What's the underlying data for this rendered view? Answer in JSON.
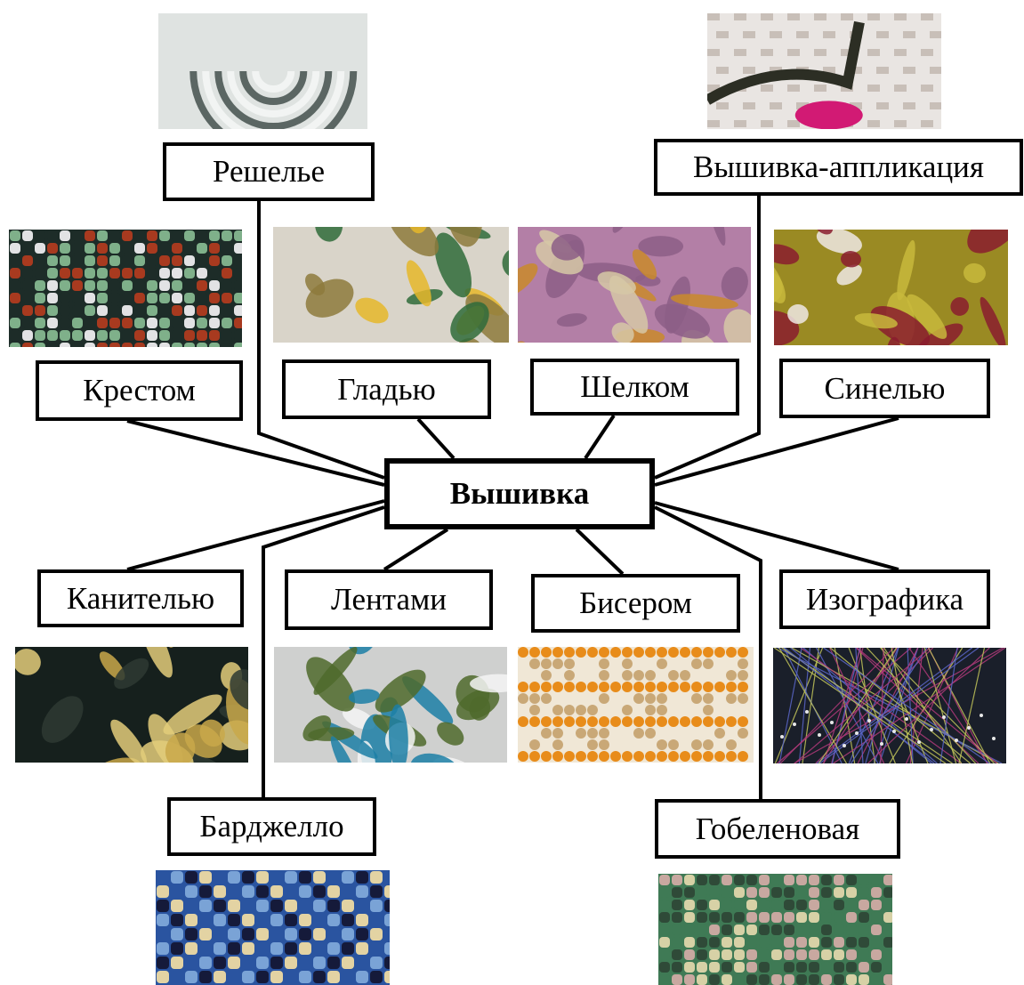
{
  "center": {
    "label": "Вышивка"
  },
  "nodes": [
    {
      "id": "reshelye",
      "label": "Решелье",
      "colors": [
        "#dfe3e1",
        "#c9d0ce",
        "#5b6663",
        "#f2f4f3"
      ],
      "pattern": "cutwork"
    },
    {
      "id": "applique",
      "label": "Вышивка-аппликация",
      "colors": [
        "#e9e5e2",
        "#c8bfb8",
        "#2c2e24",
        "#d21a74"
      ],
      "pattern": "applique"
    },
    {
      "id": "krestom",
      "label": "Крестом",
      "colors": [
        "#1d2c28",
        "#7fb08a",
        "#e2e2e4",
        "#a83a1f"
      ],
      "pattern": "cross"
    },
    {
      "id": "gladyu",
      "label": "Гладью",
      "colors": [
        "#d9d4c9",
        "#2f6b3a",
        "#e5b72a",
        "#8d7a3c"
      ],
      "pattern": "satin"
    },
    {
      "id": "shelkom",
      "label": "Шелком",
      "colors": [
        "#b37fa6",
        "#8c5e86",
        "#d6c8a6",
        "#c98a2a"
      ],
      "pattern": "silk"
    },
    {
      "id": "sinelyu",
      "label": "Синелью",
      "colors": [
        "#9a8a23",
        "#c8b83c",
        "#8a1c2e",
        "#efe8e4"
      ],
      "pattern": "chenille"
    },
    {
      "id": "kanitelyu",
      "label": "Канителью",
      "colors": [
        "#16201d",
        "#c9a84a",
        "#e3cd7a",
        "#2e3a33"
      ],
      "pattern": "goldwork"
    },
    {
      "id": "lentami",
      "label": "Лентами",
      "colors": [
        "#cfd0cf",
        "#f5f5f5",
        "#1c7fa6",
        "#4f6a2b"
      ],
      "pattern": "ribbon"
    },
    {
      "id": "biserom",
      "label": "Бисером",
      "colors": [
        "#f0e7d6",
        "#e88c1a",
        "#c9a877",
        "#6f5a46"
      ],
      "pattern": "beads"
    },
    {
      "id": "izografika",
      "label": "Изографика",
      "colors": [
        "#1a1f2a",
        "#5a66c8",
        "#b23a7a",
        "#c2c55a"
      ],
      "pattern": "string"
    },
    {
      "id": "bardzhello",
      "label": "Барджелло",
      "colors": [
        "#2a54a0",
        "#7aa3d6",
        "#151a3a",
        "#e3d3a3"
      ],
      "pattern": "bargello"
    },
    {
      "id": "gobelen",
      "label": "Гобеленовая",
      "colors": [
        "#3f7a55",
        "#c8a8a0",
        "#d7d1a6",
        "#2f4a38"
      ],
      "pattern": "tapestry"
    }
  ]
}
